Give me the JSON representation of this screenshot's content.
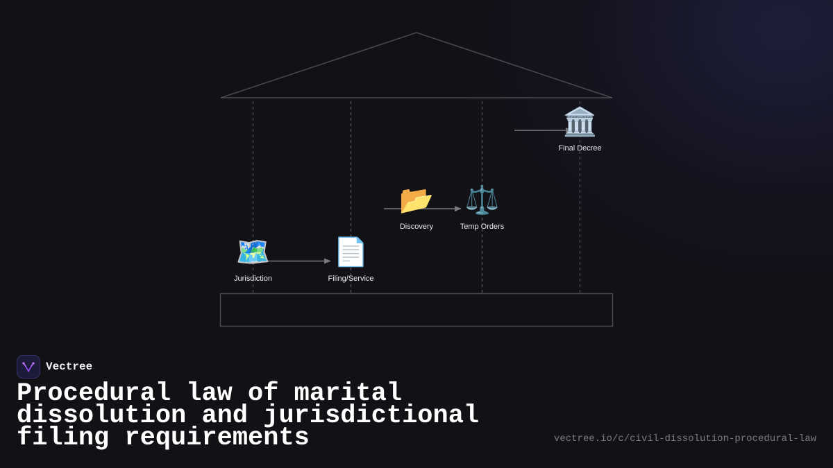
{
  "diagram": {
    "nodes": [
      {
        "id": "jurisdiction",
        "label": "Jurisdiction",
        "icon": "🗺️",
        "icon_name": "map-icon"
      },
      {
        "id": "filing",
        "label": "Filing/Service",
        "icon": "📄",
        "icon_name": "document-icon"
      },
      {
        "id": "discovery",
        "label": "Discovery",
        "icon": "📂",
        "icon_name": "open-folder-icon"
      },
      {
        "id": "temp-orders",
        "label": "Temp Orders",
        "icon": "⚖️",
        "icon_name": "scales-icon"
      },
      {
        "id": "final-decree",
        "label": "Final Decree",
        "icon": "🏛️",
        "icon_name": "courthouse-icon"
      }
    ],
    "edges": [
      {
        "from": "jurisdiction",
        "to": "filing"
      },
      {
        "from": "discovery",
        "to": "temp-orders"
      },
      {
        "from": "temp-orders",
        "to": "final-decree"
      }
    ],
    "colors": {
      "outline": "#4a4a4e",
      "dashed": "#5a5a5e",
      "arrow": "#7a7a7e",
      "label": "#e8e8ee"
    }
  },
  "brand": {
    "name": "Vectree",
    "logo_icon": "vectree-logo-icon",
    "accent": "#9b4dff"
  },
  "title": "Procedural law of marital dissolution and jurisdictional filing requirements",
  "url": "vectree.io/c/civil-dissolution-procedural-law"
}
